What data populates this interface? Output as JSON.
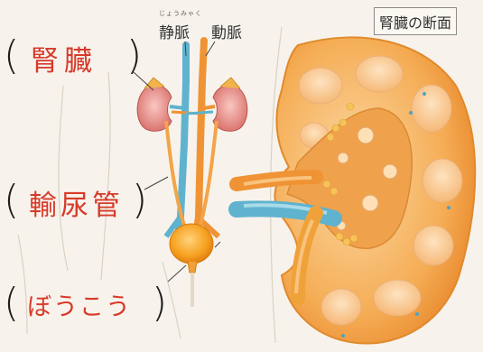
{
  "labels": {
    "vein_ruby": "じょうみゃく",
    "vein": "静脈",
    "artery": "動脈",
    "section_title": "腎臓の断面"
  },
  "answers": {
    "kidney": "腎臓",
    "ureter": "輸尿管",
    "bladder": "ぼうこう"
  },
  "brackets": {
    "open": "(",
    "close": ")"
  },
  "colors": {
    "paper": "#f7f3ec",
    "handwriting": "#d83a2a",
    "vein": "#5fb3cf",
    "artery": "#f29a3b",
    "kidney_outer": "#f3a24a",
    "kidney_inner": "#f7c58f",
    "bladder": "#f7a11f"
  }
}
